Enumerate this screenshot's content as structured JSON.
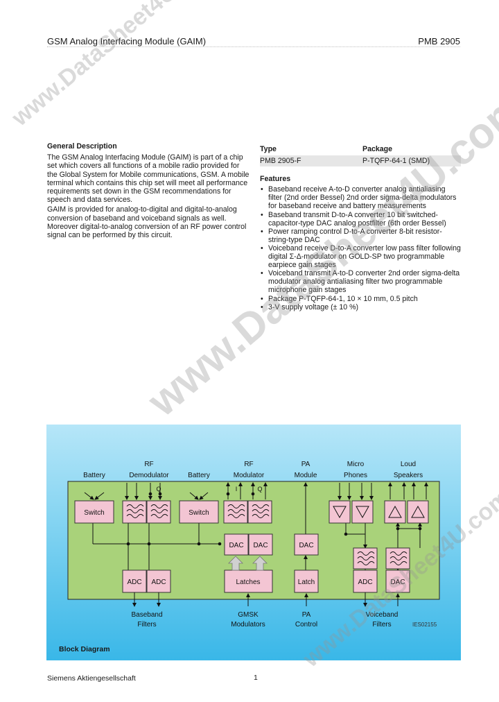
{
  "header": {
    "title": "GSM Analog Interfacing Module (GAIM)",
    "part_number": "PMB 2905"
  },
  "general_description": {
    "heading": "General Description",
    "paragraphs": [
      "The GSM Analog Interfacing Module (GAIM) is part of a chip set which covers all functions of a mobile radio provided for the Global System for Mobile communications, GSM. A mobile terminal which contains this chip set will meet all performance requirements set down in the GSM recommendations for speech and data services.",
      "GAIM is provided for analog-to-digital and digital-to-analog conversion of baseband and voiceband signals as well. Moreover digital-to-analog conversion of an RF power control signal can be performed by this circuit."
    ]
  },
  "type_table": {
    "col_type": "Type",
    "col_package": "Package",
    "rows": [
      {
        "type": "PMB 2905-F",
        "package": "P-TQFP-64-1 (SMD)"
      }
    ]
  },
  "features": {
    "heading": "Features",
    "items": [
      "Baseband receive A-to-D converter analog antialiasing filter (2nd order Bessel) 2nd order sigma-delta modulators for baseband receive and battery measurements",
      "Baseband transmit D-to-A converter 10 bit switched-capacitor-type DAC analog postfilter (6th order Bessel)",
      "Power ramping control D-to-A converter 8-bit resistor-string-type DAC",
      "Voiceband receive D-to-A converter low pass filter following digital Σ-Δ-modulator on GOLD-SP two programmable earpiece gain stages",
      "Voiceband transmit A-to-D converter 2nd order sigma-delta modulator analog antialiasing filter two programmable microphone gain stages",
      "Package P-TQFP-64-1, 10 × 10 mm, 0.5 pitch",
      "3-V supply voltage (± 10 %)"
    ]
  },
  "block_diagram": {
    "caption": "Block Diagram",
    "figure_id": "IES02155",
    "top_labels": {
      "battery1": "Battery",
      "rf_demod_1": "RF",
      "rf_demod_2": "Demodulator",
      "battery2": "Battery",
      "rf_mod_1": "RF",
      "rf_mod_2": "Modulator",
      "pa_1": "PA",
      "pa_2": "Module",
      "micro_1": "Micro",
      "micro_2": "Phones",
      "loud_1": "Loud",
      "loud_2": "Speakers"
    },
    "iq": {
      "i1": "I",
      "q1": "Q",
      "i2": "I",
      "q2": "Q"
    },
    "blocks": {
      "switch": "Switch",
      "adc": "ADC",
      "dac": "DAC",
      "latches": "Latches",
      "latch": "Latch"
    },
    "bottom_labels": {
      "baseband_1": "Baseband",
      "baseband_2": "Filters",
      "gmsk_1": "GMSK",
      "gmsk_2": "Modulators",
      "pa_1": "PA",
      "pa_2": "Control",
      "voiceband_1": "Voiceband",
      "voiceband_2": "Filters"
    },
    "colors": {
      "chip_green": "#a9d27a",
      "block_pink": "#f3c5d3",
      "background_top": "#b6e6f8",
      "background_bottom": "#39b7e8"
    }
  },
  "watermarks": {
    "small": "www.DataSheet4U.com",
    "large": "www.DataSheet4U.com"
  },
  "footer": {
    "company": "Siemens Aktiengesellschaft",
    "page": "1"
  }
}
